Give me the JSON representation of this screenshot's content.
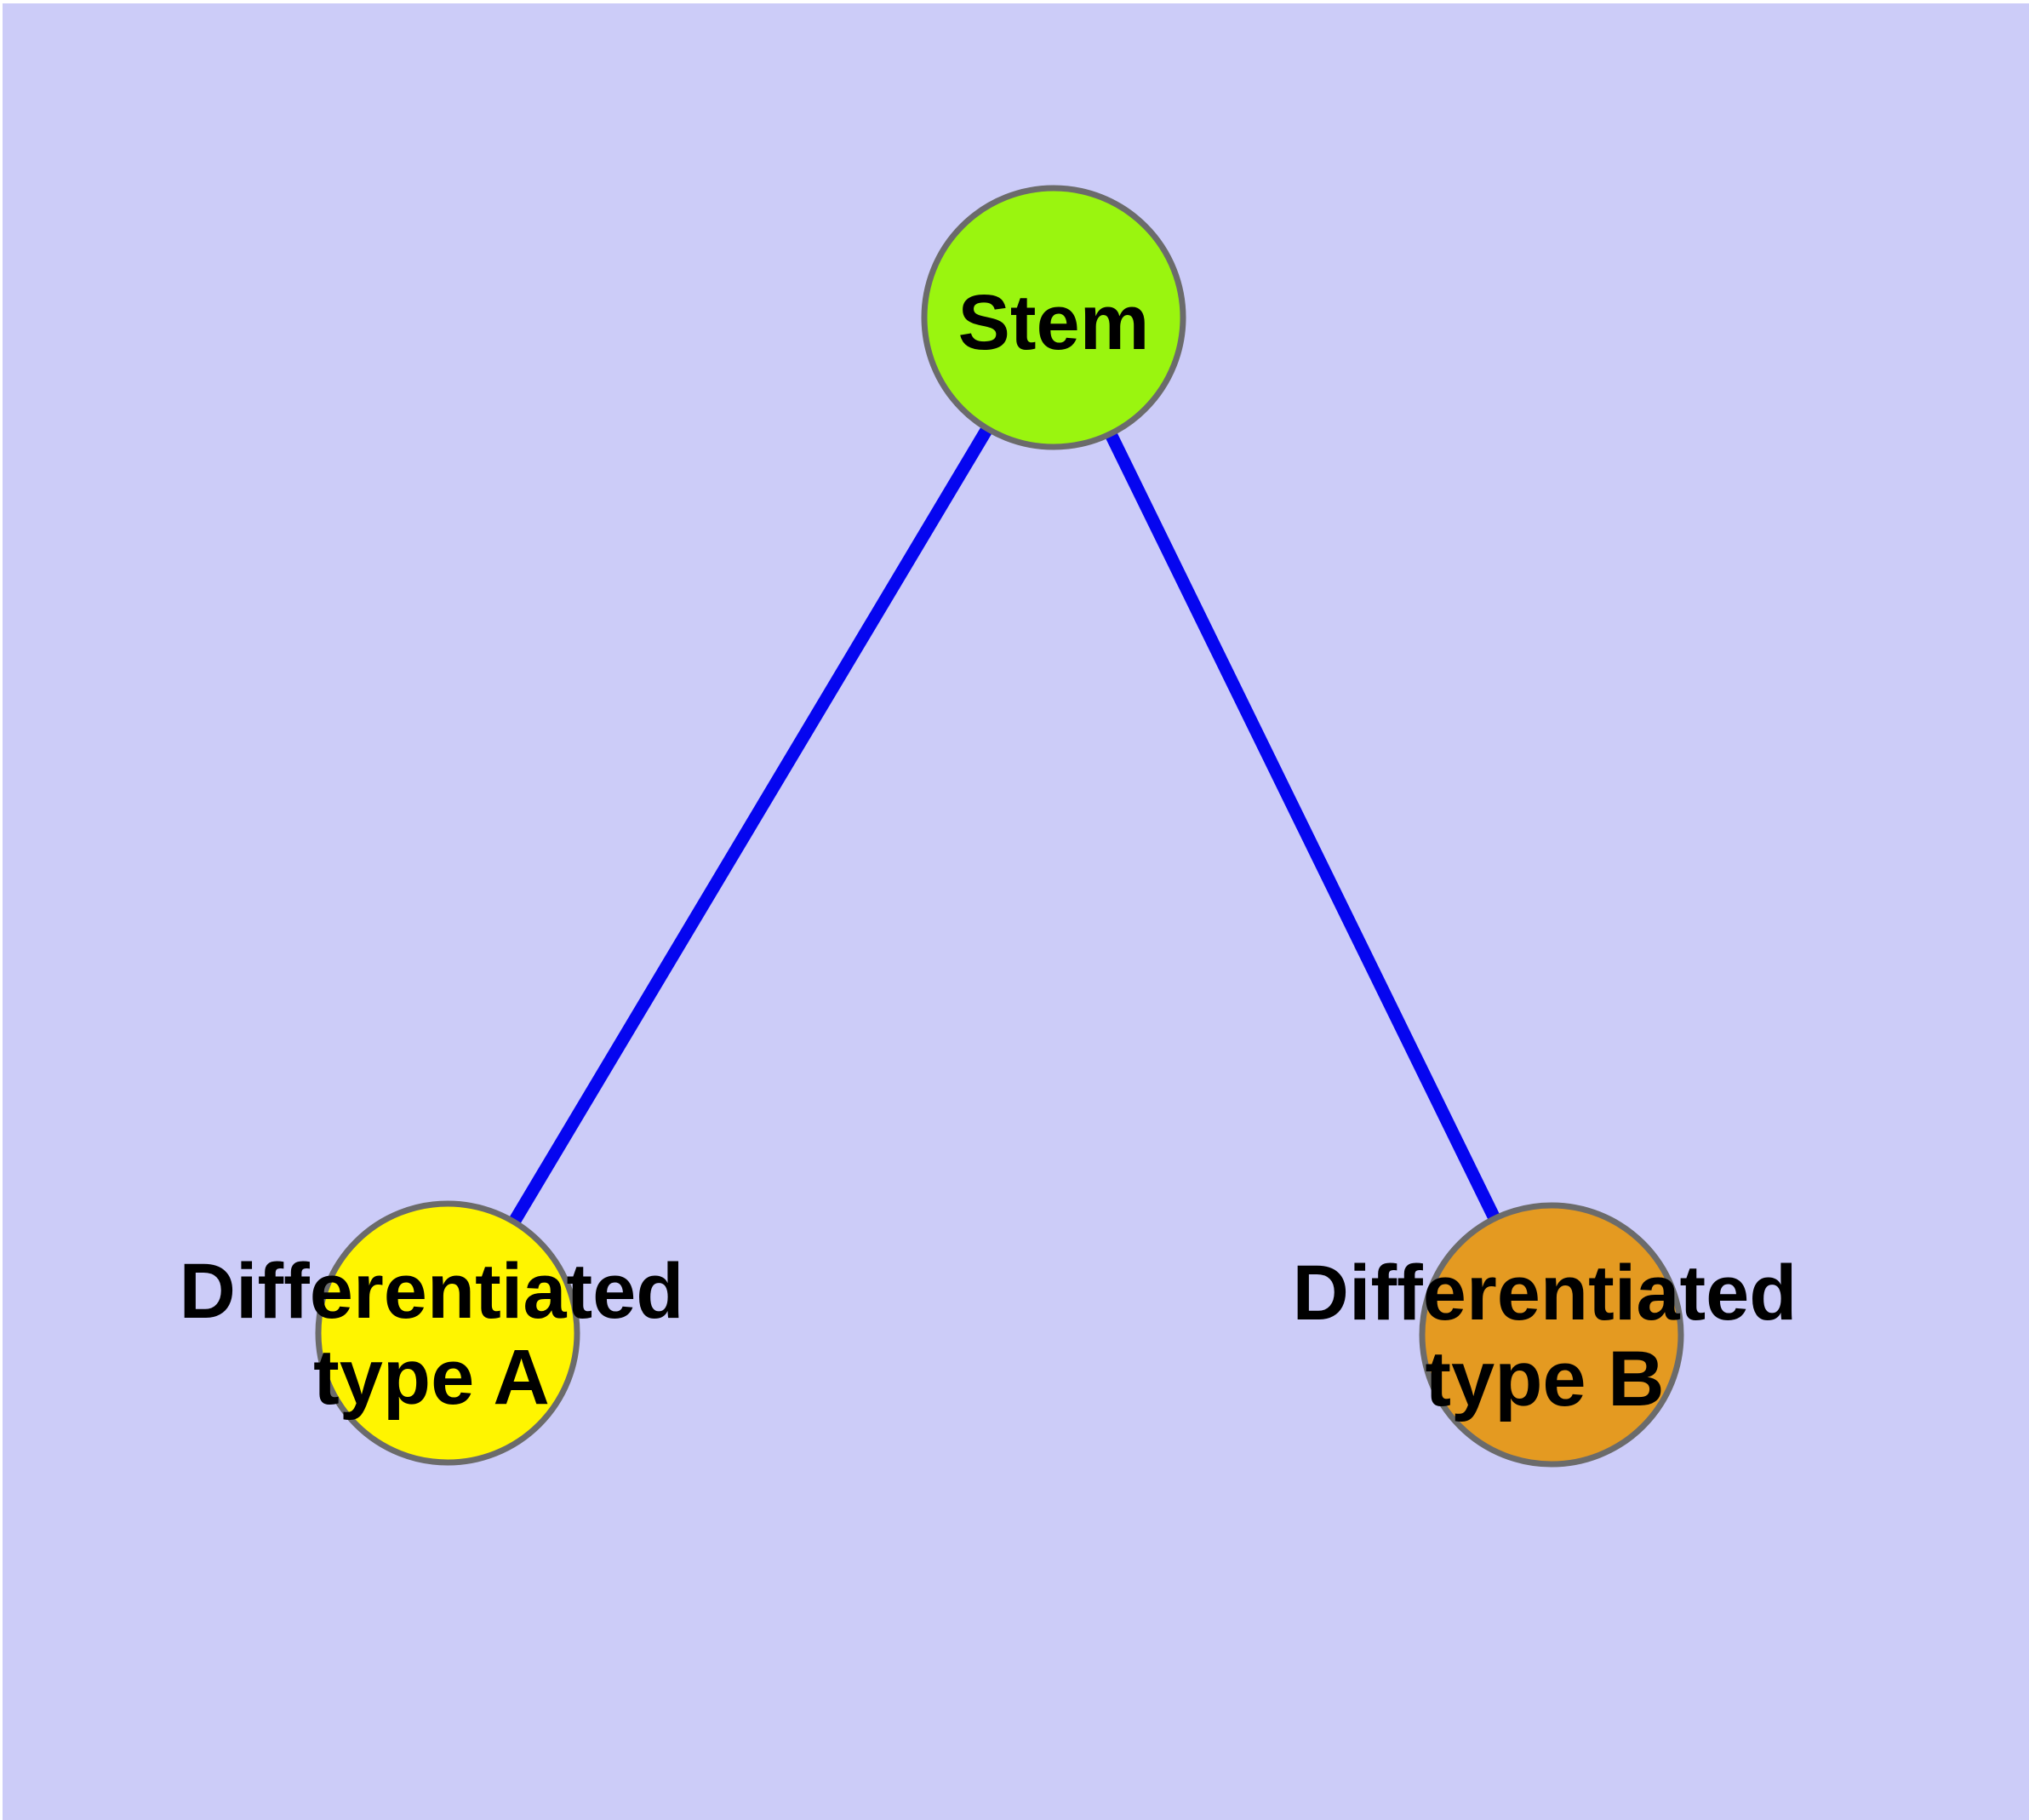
{
  "diagram": {
    "type": "node-link-graph",
    "margin_color": "#FFFFFF",
    "background_color": "#CCCCF8",
    "edge_color": "#0505F0",
    "node_border_color": "#6B6B6B",
    "text_color": "#000000",
    "nodes": [
      {
        "id": "stem",
        "label": "Stem",
        "color": "#9AF50F"
      },
      {
        "id": "type-a",
        "label": "Differentiated type A",
        "label_lines": [
          "Differentiated",
          "type A"
        ],
        "color": "#FFF500"
      },
      {
        "id": "type-b",
        "label": "Differentiated type B",
        "label_lines": [
          "Differentiated",
          "type B"
        ],
        "color": "#E49A21"
      }
    ],
    "edges": [
      {
        "from": "Stem",
        "to": "Differentiated type A"
      },
      {
        "from": "Stem",
        "to": "Differentiated type B"
      }
    ]
  }
}
